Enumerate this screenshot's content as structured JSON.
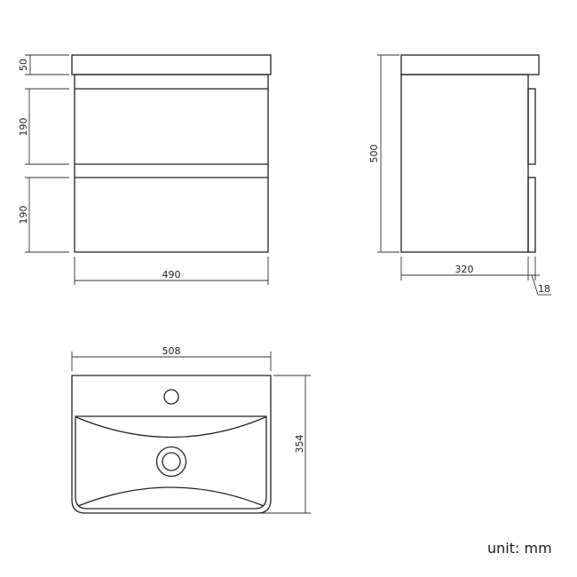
{
  "front_view": {
    "top_height": "50",
    "drawer1_height": "190",
    "drawer2_height": "190",
    "width": "490"
  },
  "side_view": {
    "total_height": "500",
    "depth": "320",
    "drawer_front_thickness": "18"
  },
  "basin_top_view": {
    "width": "508",
    "depth": "354"
  },
  "unit_label": "unit: mm",
  "colors": {
    "line": "#222222",
    "background": "#ffffff"
  }
}
